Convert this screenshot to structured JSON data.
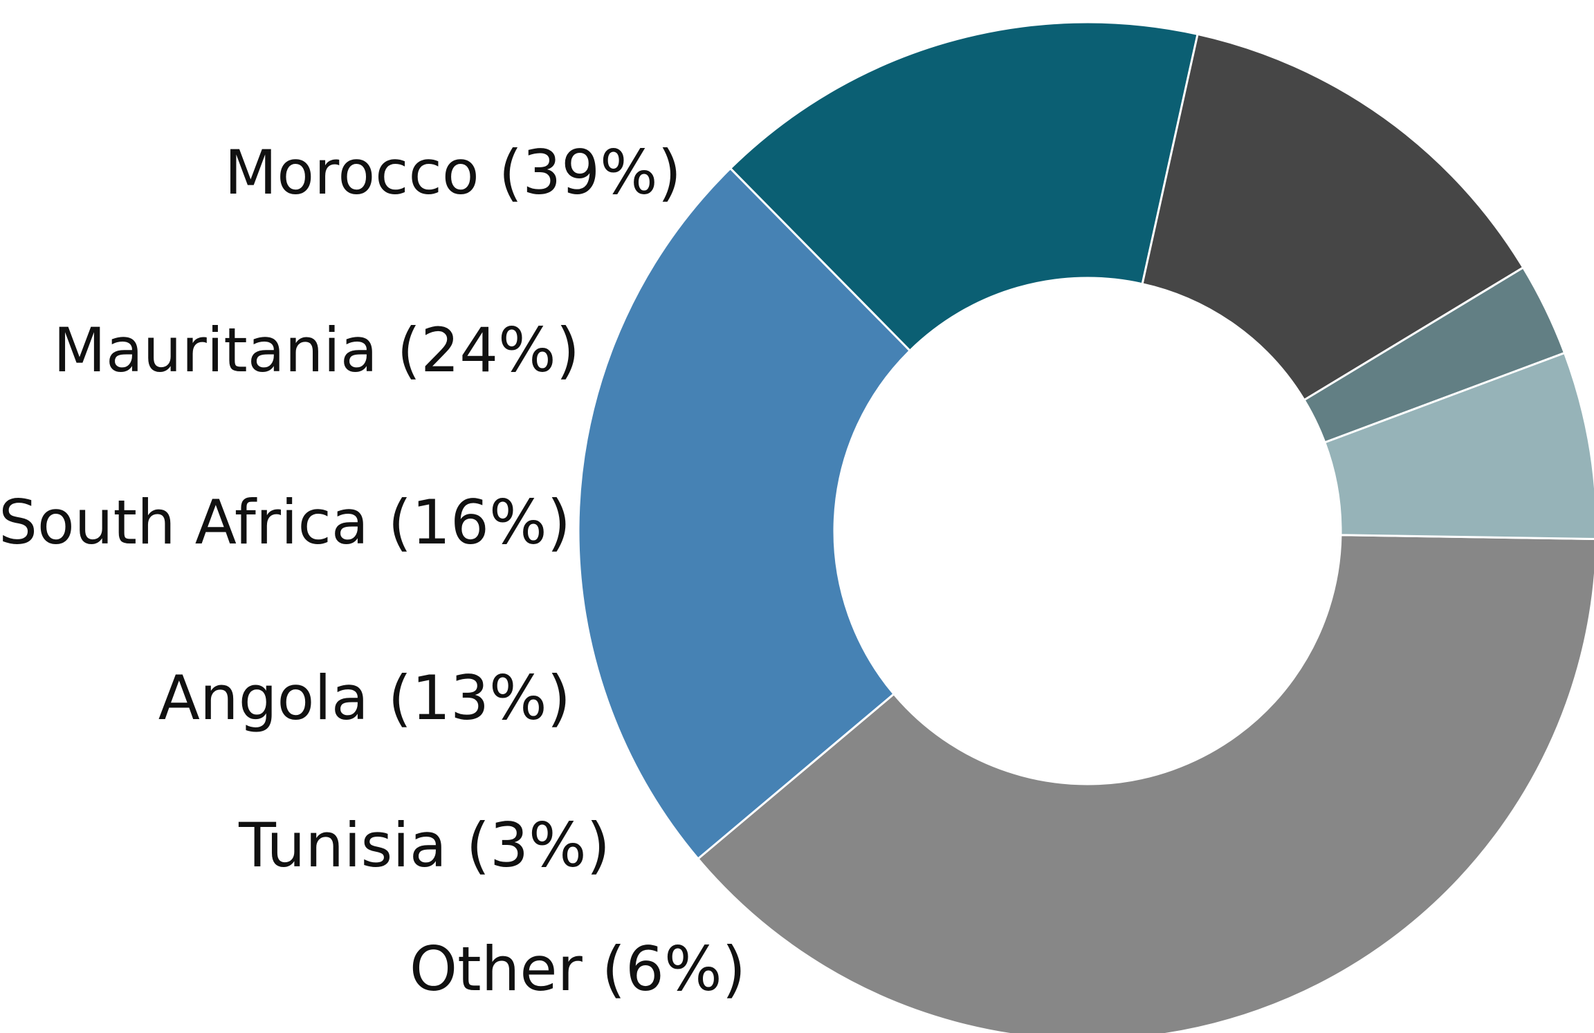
{
  "chart_data": {
    "type": "pie",
    "title": "",
    "categories": [
      "Morocco",
      "Mauritania",
      "South Africa",
      "Angola",
      "Tunisia",
      "Other"
    ],
    "values": [
      39,
      24,
      16,
      13,
      3,
      6
    ],
    "labels": [
      "Morocco (39%)",
      "Mauritania (24%)",
      "South Africa (16%)",
      "Angola (13%)",
      "Tunisia (3%)",
      "Other (6%)"
    ],
    "colors": [
      "#878787",
      "#4682B4",
      "#0B5F73",
      "#464646",
      "#627F84",
      "#96B3B8"
    ],
    "unit": "%",
    "legend": "none"
  }
}
